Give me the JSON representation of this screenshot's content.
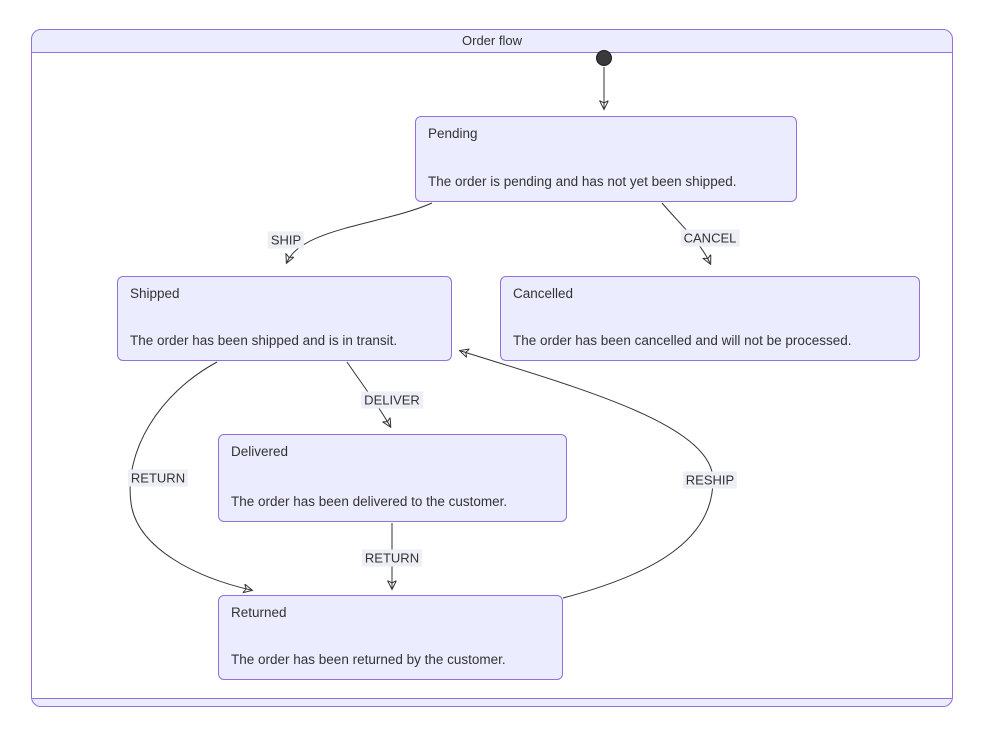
{
  "diagram": {
    "title": "Order flow",
    "type": "state-diagram"
  },
  "colors": {
    "node_fill": "#ECECFF",
    "node_border": "#9370DB",
    "edge_line": "#333333",
    "edge_label_bg": "#eeeef6",
    "text": "#333333",
    "start_dot": "#3a3a3a",
    "background": "#ffffff"
  },
  "states": [
    {
      "name": "Pending",
      "description": "The order is pending and has not yet been shipped."
    },
    {
      "name": "Shipped",
      "description": "The order has been shipped and is in transit."
    },
    {
      "name": "Cancelled",
      "description": "The order has been cancelled and will not be processed."
    },
    {
      "name": "Delivered",
      "description": "The order has been delivered to the customer."
    },
    {
      "name": "Returned",
      "description": "The order has been returned by the customer."
    }
  ],
  "transitions": [
    {
      "from": "start",
      "to": "Pending",
      "label": ""
    },
    {
      "from": "Pending",
      "to": "Shipped",
      "label": "SHIP"
    },
    {
      "from": "Pending",
      "to": "Cancelled",
      "label": "CANCEL"
    },
    {
      "from": "Shipped",
      "to": "Delivered",
      "label": "DELIVER"
    },
    {
      "from": "Shipped",
      "to": "Returned",
      "label": "RETURN"
    },
    {
      "from": "Delivered",
      "to": "Returned",
      "label": "RETURN"
    },
    {
      "from": "Returned",
      "to": "Shipped",
      "label": "RESHIP"
    }
  ]
}
